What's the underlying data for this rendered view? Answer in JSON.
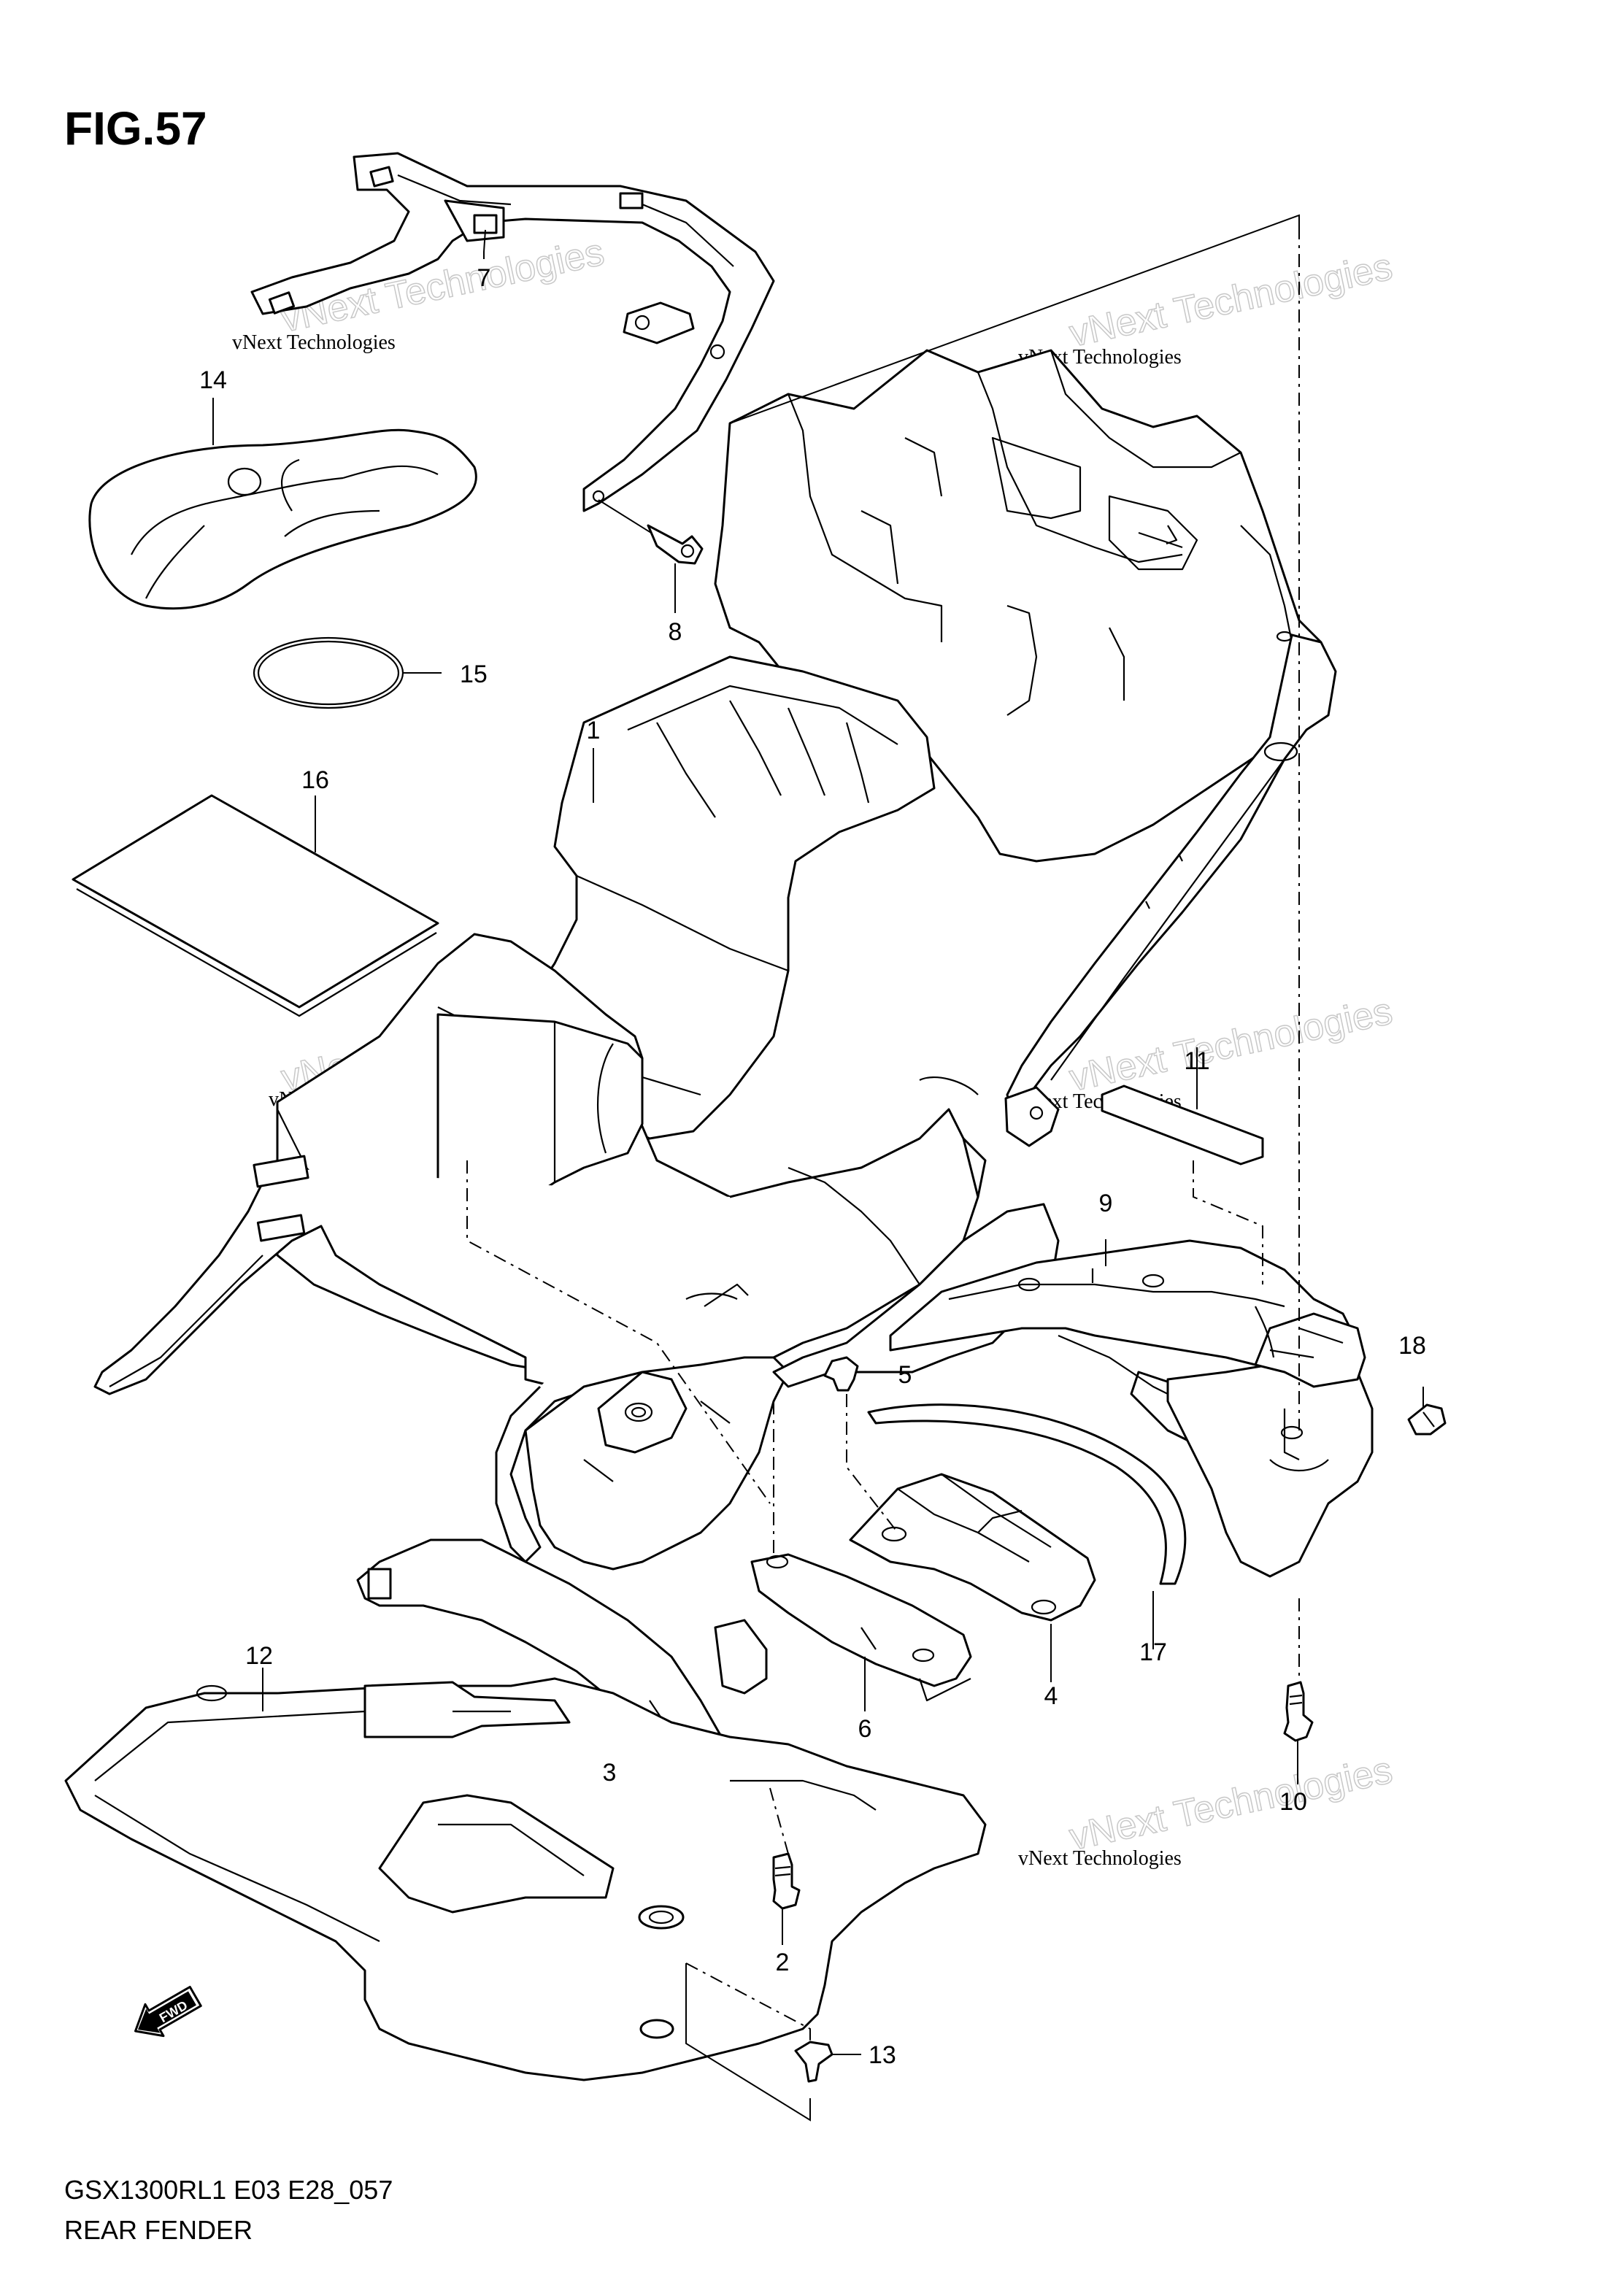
{
  "figure": {
    "title": "FIG.57",
    "code": "GSX1300RL1 E03 E28_057",
    "name": "REAR FENDER",
    "fwd_label": "FWD"
  },
  "watermark": {
    "small": "vNext Technologies",
    "big": "vNext Technologies"
  },
  "callouts": [
    {
      "id": "c1",
      "label": "1"
    },
    {
      "id": "c2",
      "label": "2"
    },
    {
      "id": "c3",
      "label": "3"
    },
    {
      "id": "c4",
      "label": "4"
    },
    {
      "id": "c5",
      "label": "5"
    },
    {
      "id": "c6",
      "label": "6"
    },
    {
      "id": "c7",
      "label": "7"
    },
    {
      "id": "c8",
      "label": "8"
    },
    {
      "id": "c9",
      "label": "9"
    },
    {
      "id": "c10",
      "label": "10"
    },
    {
      "id": "c11",
      "label": "11"
    },
    {
      "id": "c12",
      "label": "12"
    },
    {
      "id": "c13",
      "label": "13"
    },
    {
      "id": "c14",
      "label": "14"
    },
    {
      "id": "c15",
      "label": "15"
    },
    {
      "id": "c16",
      "label": "16"
    },
    {
      "id": "c17",
      "label": "17"
    },
    {
      "id": "c18",
      "label": "18"
    }
  ]
}
